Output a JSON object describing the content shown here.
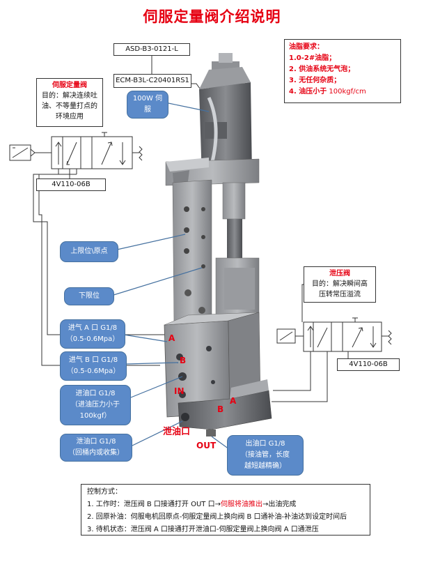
{
  "title": "伺服定量阀介绍说明",
  "driver_model": "ASD-B3-0121-L",
  "motor_model": "ECM-B3L-C20401RS1",
  "motor_callout": {
    "line1": "100W 伺",
    "line2": "服"
  },
  "servo_valve_box": {
    "heading": "伺服定量阀",
    "line1": "目的：解决连续吐",
    "line2": "油、不等量打点的",
    "line3": "环境应用"
  },
  "grease_requirements": {
    "heading": "油脂要求：",
    "items": [
      "1.0-2#油脂；",
      "2.  供油系统无气泡；",
      "3.  无任何杂质；"
    ],
    "item4_prefix": "4.  油压小于",
    "item4_value": " 100kgf/cm"
  },
  "solenoid_left_model": "4V110-06B",
  "solenoid_right_model": "4V110-06B",
  "relief_valve_box": {
    "heading": "泄压阀",
    "line1": "目的：解决瞬间高",
    "line2": "压转常压溢流"
  },
  "callouts": {
    "upper_limit": "上限位\\原点",
    "lower_limit": "下限位",
    "air_a": {
      "line1": "进气 A 口 G1/8",
      "line2": "（0.5-0.6Mpa）"
    },
    "air_b": {
      "line1": "进气 B 口 G1/8",
      "line2": "（0.5-0.6Mpa）"
    },
    "oil_in": {
      "line1": "进油口 G1/8",
      "line2": "（进油压力小于",
      "line3": "100kgf）"
    },
    "oil_drain": {
      "line1": "泄油口 G1/8",
      "line2": "（回桶内或收集）"
    },
    "oil_out": {
      "line1": "出油口 G1/8",
      "line2": "（接油管，长度",
      "line3": "越短越精确）"
    }
  },
  "port_labels": {
    "a": "A",
    "b": "B",
    "in": "IN",
    "drain": "泄油口",
    "out": "OUT",
    "relief_a": "A",
    "relief_b": "B"
  },
  "control": {
    "heading": "控制方式：",
    "line1_prefix": "1.  工作时：泄压阀 B 口接通打开 OUT 口→",
    "line1_highlight": "伺服将油推出",
    "line1_suffix": "→出油完成",
    "line2": "2.  回原补油：伺服电机回原点-伺服定量阀上换向阀 B 口通补油-补油达到设定时间后",
    "line3": "3.  待机状态：泄压阀 A 口接通打开泄油口-伺服定量阀上换向阀 A 口通泄压"
  },
  "colors": {
    "title_red": "#e60012",
    "callout_blue": "#5b8ac9",
    "machine_gray": "#a7a9ac"
  }
}
